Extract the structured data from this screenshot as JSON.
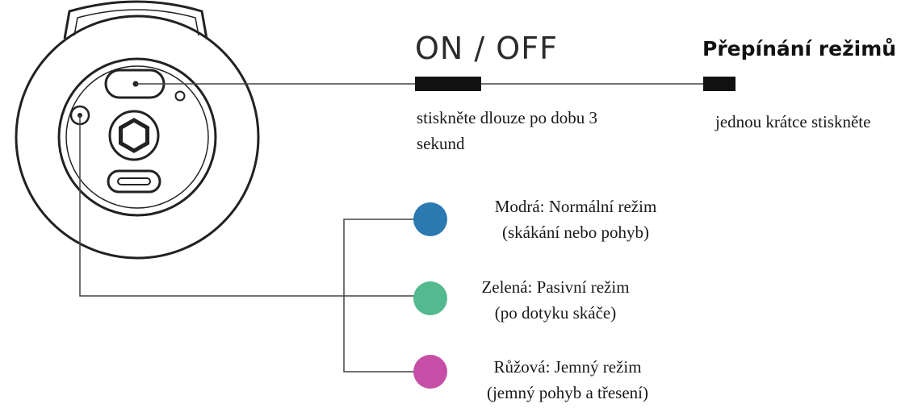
{
  "button_onoff": {
    "title": "ON / OFF",
    "note_line1": "stiskněte dlouze po dobu 3",
    "note_line2": "sekund"
  },
  "button_mode": {
    "title": "Přepínání režimů",
    "note": "jednou krátce stiskněte"
  },
  "modes": [
    {
      "color": "#2a79b0",
      "line1": "Modrá: Normální režim",
      "line2": "(skákání nebo pohyb)"
    },
    {
      "color": "#53b98f",
      "line1": "Zelená: Pasivní režim",
      "line2": "(po dotyku skáče)"
    },
    {
      "color": "#c64ea6",
      "line1": "Růžová: Jemný režim",
      "line2": "(jemný pohyb a třesení)"
    }
  ]
}
